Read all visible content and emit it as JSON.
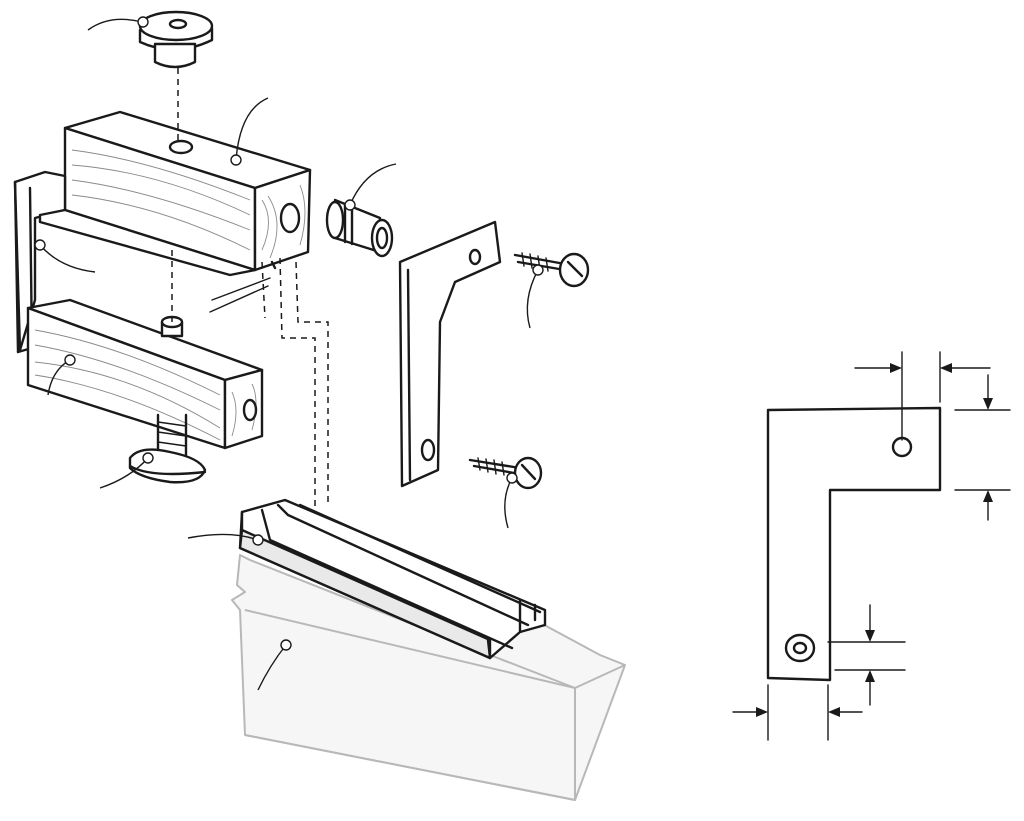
{
  "diagram": {
    "colors": {
      "ink": "#1a1a1a",
      "background": "#ffffff",
      "workpiece_outline": "#b8b8b8"
    },
    "parts": [
      {
        "name": "cap-knob",
        "kind": "callout",
        "text": ""
      },
      {
        "name": "upper-jaw-block",
        "kind": "callout",
        "text": ""
      },
      {
        "name": "threaded-bushing",
        "kind": "callout",
        "text": ""
      },
      {
        "name": "side-plate",
        "kind": "callout",
        "text": ""
      },
      {
        "name": "lower-jaw-block",
        "kind": "callout",
        "text": ""
      },
      {
        "name": "thumbscrew",
        "kind": "callout",
        "text": ""
      },
      {
        "name": "round-head-screw-upper",
        "kind": "callout",
        "text": ""
      },
      {
        "name": "round-head-screw-lower",
        "kind": "callout",
        "text": ""
      },
      {
        "name": "t-track",
        "kind": "callout",
        "text": ""
      },
      {
        "name": "workbench-edge",
        "kind": "callout",
        "text": ""
      }
    ],
    "detail_view": {
      "subject": "l-bracket",
      "dimension_labels": []
    }
  }
}
